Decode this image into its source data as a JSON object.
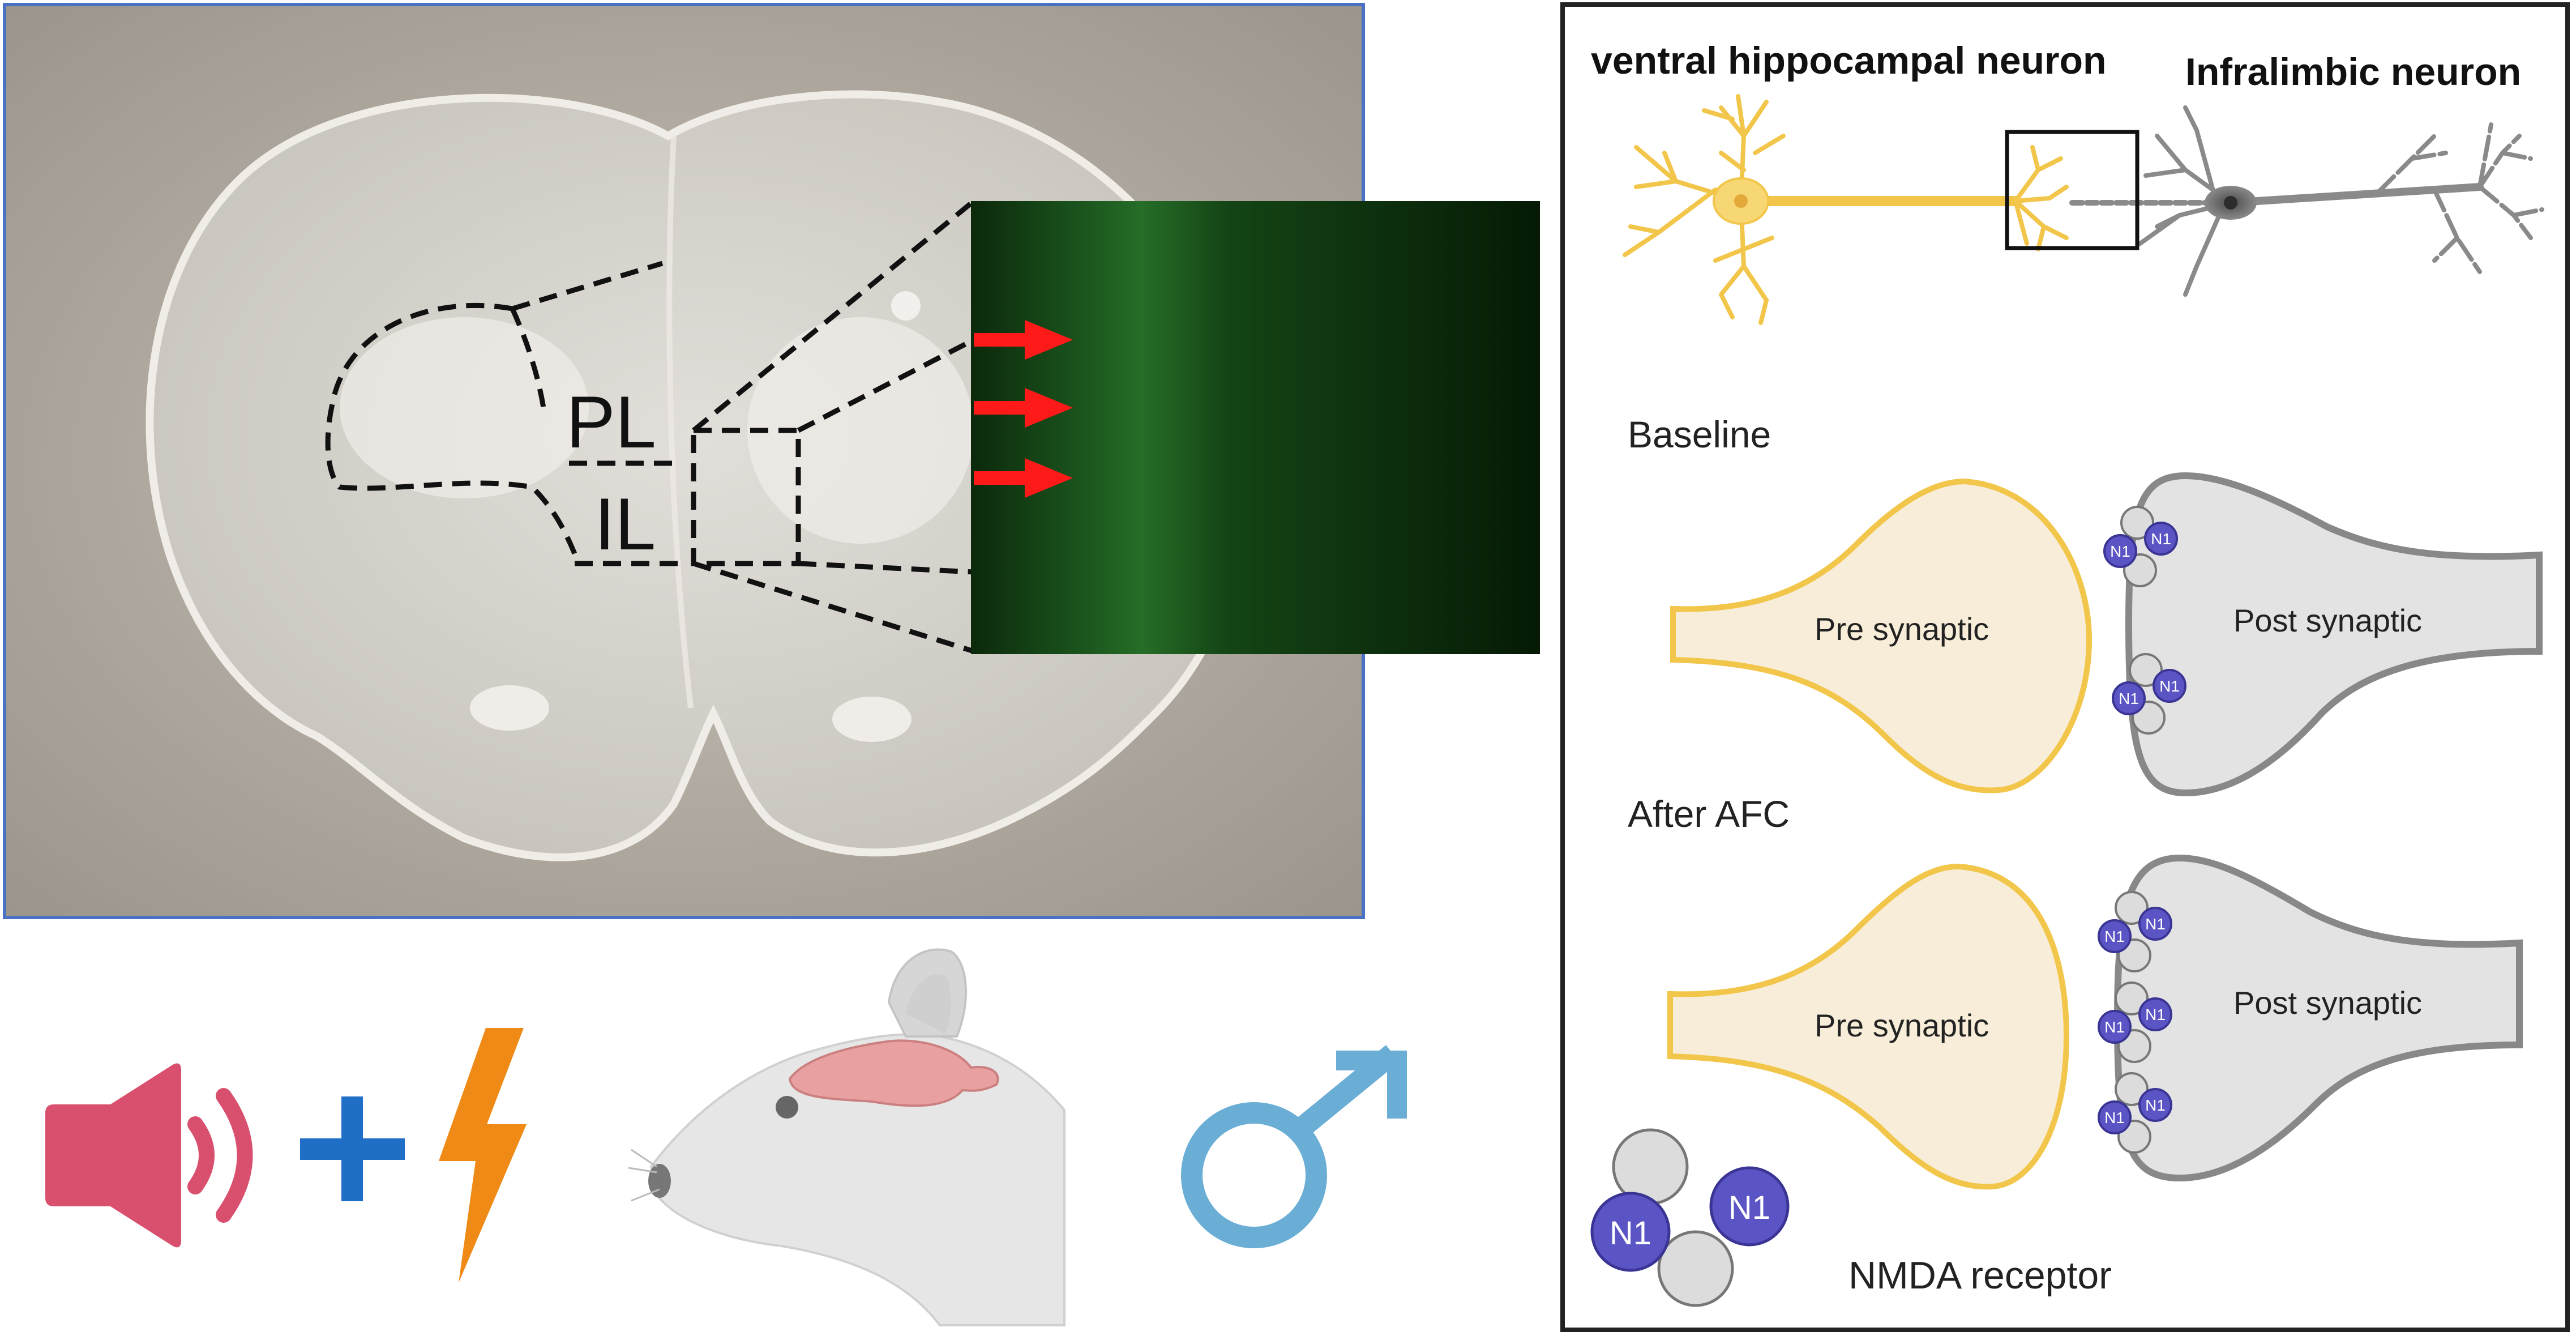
{
  "brain_section": {
    "region_labels": {
      "pl": "PL",
      "il": "IL"
    },
    "arrow_color": "#ff1a1a",
    "fluorescence_color": "#1f7a1f"
  },
  "neuron_diagram": {
    "ventral_hippocampal_label": "ventral hippocampal neuron",
    "infralimbic_label": "Infralimbic neuron",
    "presynaptic_color": "#f2c64a",
    "postsynaptic_color": "#8a8a8a"
  },
  "synapse_panels": {
    "baseline": {
      "title": "Baseline",
      "pre_label": "Pre synaptic",
      "post_label": "Post synaptic"
    },
    "after_afc": {
      "title": "After AFC",
      "pre_label": "Pre synaptic",
      "post_label": "Post synaptic"
    }
  },
  "receptor": {
    "subunit_label": "N1",
    "legend_label": "NMDA receptor",
    "subunit_color": "#5b54c4"
  },
  "paradigm_icons": {
    "speaker_icon": "speaker-icon",
    "plus_icon": "plus-icon",
    "shock_icon": "lightning-bolt-icon",
    "rat_icon": "rat-head-icon",
    "male_icon": "male-symbol-icon"
  }
}
